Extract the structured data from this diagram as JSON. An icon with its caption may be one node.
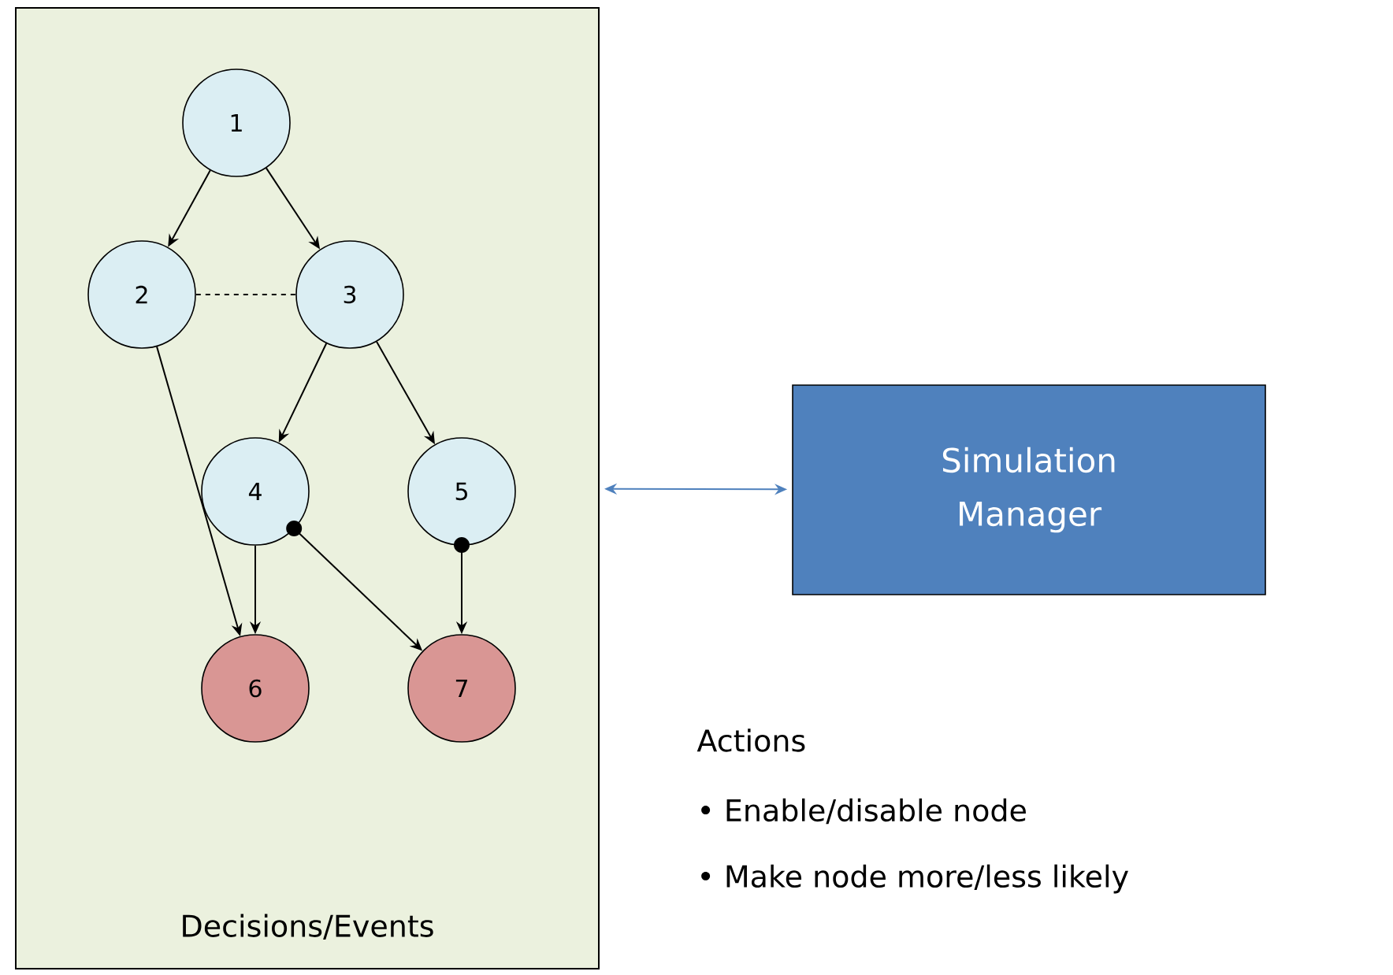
{
  "diagram": {
    "nodes": [
      {
        "text": [
          "Decisions/Events"
        ]
      },
      {
        "text": [
          "1"
        ],
        "in": 0
      },
      {
        "text": [
          "2"
        ],
        "in": 0
      },
      {
        "text": [
          "3"
        ],
        "in": 0
      },
      {
        "text": [
          "4"
        ],
        "in": 0
      },
      {
        "text": [
          "5"
        ],
        "in": 0
      },
      {
        "text": [
          "6"
        ],
        "in": 0
      },
      {
        "text": [
          "7"
        ],
        "in": 0
      },
      {
        "text": [
          "Simulation Manager"
        ]
      }
    ],
    "edges": [
      {
        "from": 1,
        "to": 2,
        "arrow": "to"
      },
      {
        "from": 1,
        "to": 3,
        "arrow": "to"
      },
      {
        "from": 2,
        "to": 3,
        "arrow": "none",
        "style": "dashed"
      },
      {
        "from": 3,
        "to": 4,
        "arrow": "to"
      },
      {
        "from": 3,
        "to": 5,
        "arrow": "to"
      },
      {
        "from": 2,
        "to": 6,
        "arrow": "to"
      },
      {
        "from": 4,
        "to": 6,
        "arrow": "to"
      },
      {
        "from": 4,
        "to": 7,
        "arrow": "to"
      },
      {
        "from": 5,
        "to": 7,
        "arrow": "to"
      },
      {
        "from": 0,
        "to": 8,
        "arrow": "both",
        "color": "#4f81bd"
      }
    ],
    "labels": [
      "Actions",
      "• Enable/disable node",
      "• Make node more/less likely"
    ]
  }
}
